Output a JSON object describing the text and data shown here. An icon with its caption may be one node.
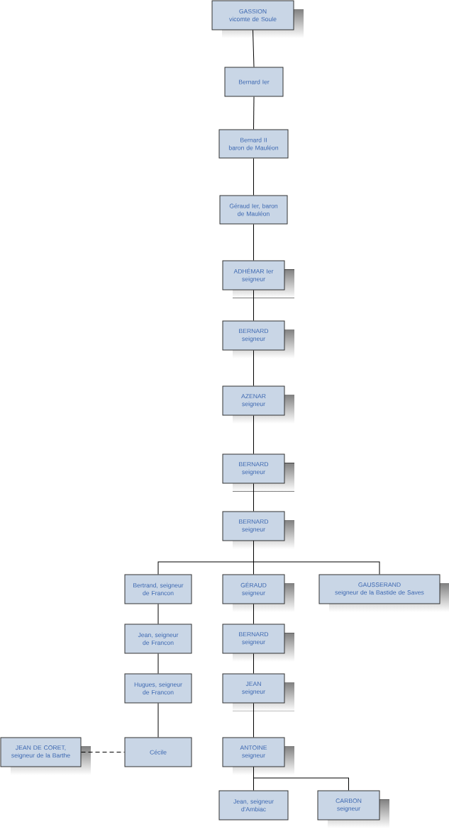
{
  "diagram": {
    "nodes": [
      {
        "text": [
          "GASSION",
          "vicomte de Soule"
        ]
      },
      {
        "text": [
          "Bernard Ier"
        ]
      },
      {
        "text": [
          "Bernard II",
          "baron de Mauléon"
        ]
      },
      {
        "text": [
          "Géraud Ier, baron de Mauléon"
        ]
      },
      {
        "text": [
          "ADHÉMAR Ier",
          "seigneur"
        ]
      },
      {
        "text": [
          "BERNARD",
          "seigneur"
        ]
      },
      {
        "text": [
          "AZENAR",
          "seigneur"
        ]
      },
      {
        "text": [
          "BERNARD",
          "seigneur"
        ]
      },
      {
        "text": [
          "BERNARD",
          "seigneur"
        ]
      },
      {
        "text": [
          "Bertrand, seigneur de Francon"
        ]
      },
      {
        "text": [
          "GÉRAUD",
          "seigneur"
        ]
      },
      {
        "text": [
          "GAUSSERAND",
          "seigneur de la Bastide de Saves"
        ]
      },
      {
        "text": [
          "Jean, seigneur de Francon"
        ]
      },
      {
        "text": [
          "BERNARD",
          "seigneur"
        ]
      },
      {
        "text": [
          "Hugues, seigneur de Francon"
        ]
      },
      {
        "text": [
          "JEAN",
          "seigneur"
        ]
      },
      {
        "text": [
          "JEAN DE CORET, seigneur de la Barthe"
        ]
      },
      {
        "text": [
          "Cécile"
        ]
      },
      {
        "text": [
          "ANTOINE",
          "seigneur"
        ]
      },
      {
        "text": [
          "Jean, seigneur d'Ambiac"
        ]
      },
      {
        "text": [
          "CARBON",
          "seigneur"
        ]
      }
    ],
    "edges": [
      {
        "from": 0,
        "to": 1,
        "arrow": "none"
      },
      {
        "from": 1,
        "to": 2,
        "arrow": "none"
      },
      {
        "from": 2,
        "to": 3,
        "arrow": "none"
      },
      {
        "from": 3,
        "to": 4,
        "arrow": "none"
      },
      {
        "from": 4,
        "to": 5,
        "arrow": "none"
      },
      {
        "from": 5,
        "to": 6,
        "arrow": "none"
      },
      {
        "from": 6,
        "to": 7,
        "arrow": "none"
      },
      {
        "from": 7,
        "to": 8,
        "arrow": "none"
      },
      {
        "from": 8,
        "to": 9,
        "arrow": "none"
      },
      {
        "from": 8,
        "to": 10,
        "arrow": "none"
      },
      {
        "from": 8,
        "to": 11,
        "arrow": "none"
      },
      {
        "from": 9,
        "to": 12,
        "arrow": "none"
      },
      {
        "from": 12,
        "to": 14,
        "arrow": "none"
      },
      {
        "from": 14,
        "to": 17,
        "arrow": "none"
      },
      {
        "from": 10,
        "to": 13,
        "arrow": "none"
      },
      {
        "from": 13,
        "to": 15,
        "arrow": "none"
      },
      {
        "from": 15,
        "to": 18,
        "arrow": "none"
      },
      {
        "from": 16,
        "to": 17,
        "arrow": "none",
        "style": "dashed"
      },
      {
        "from": 18,
        "to": 19,
        "arrow": "none"
      },
      {
        "from": 18,
        "to": 20,
        "arrow": "none"
      }
    ]
  }
}
